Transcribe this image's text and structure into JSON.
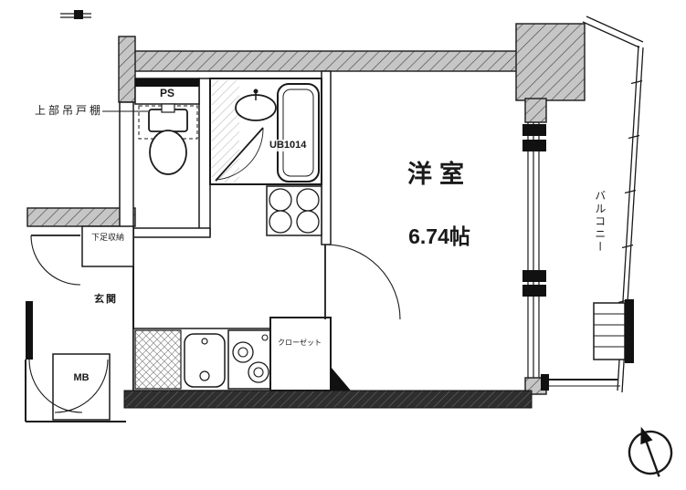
{
  "plan": {
    "labels": {
      "upper_cabinet": "上部吊戸棚",
      "pipe_space": "PS",
      "unit_bath": "UB1014",
      "main_room": "洋室",
      "main_room_size": "6.74帖",
      "balcony": "バルコニー",
      "shoe_storage": "下足収納",
      "entrance": "玄関",
      "meter_box": "MB",
      "closet": "クローゼット"
    },
    "colors": {
      "wall_gray": "#c6c6c6",
      "line": "#1a1a1a",
      "dark_wall": "#2e2e2e",
      "background": "#ffffff"
    }
  }
}
